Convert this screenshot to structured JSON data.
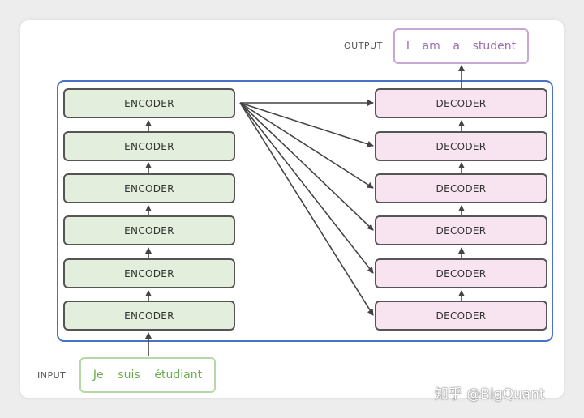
{
  "output": {
    "label": "OUTPUT",
    "words": [
      "I",
      "am",
      "a",
      "student"
    ]
  },
  "input": {
    "label": "INPUT",
    "words": [
      "Je",
      "suis",
      "étudiant"
    ]
  },
  "encoders": [
    "ENCODER",
    "ENCODER",
    "ENCODER",
    "ENCODER",
    "ENCODER",
    "ENCODER"
  ],
  "decoders": [
    "DECODER",
    "DECODER",
    "DECODER",
    "DECODER",
    "DECODER",
    "DECODER"
  ],
  "watermark": "知乎 @BigQuant",
  "colors": {
    "encoder_fill": "#e3efdc",
    "decoder_fill": "#f8e4f1",
    "frame": "#4a72c4",
    "input_text": "#6aab4f",
    "output_text": "#a06db0"
  }
}
